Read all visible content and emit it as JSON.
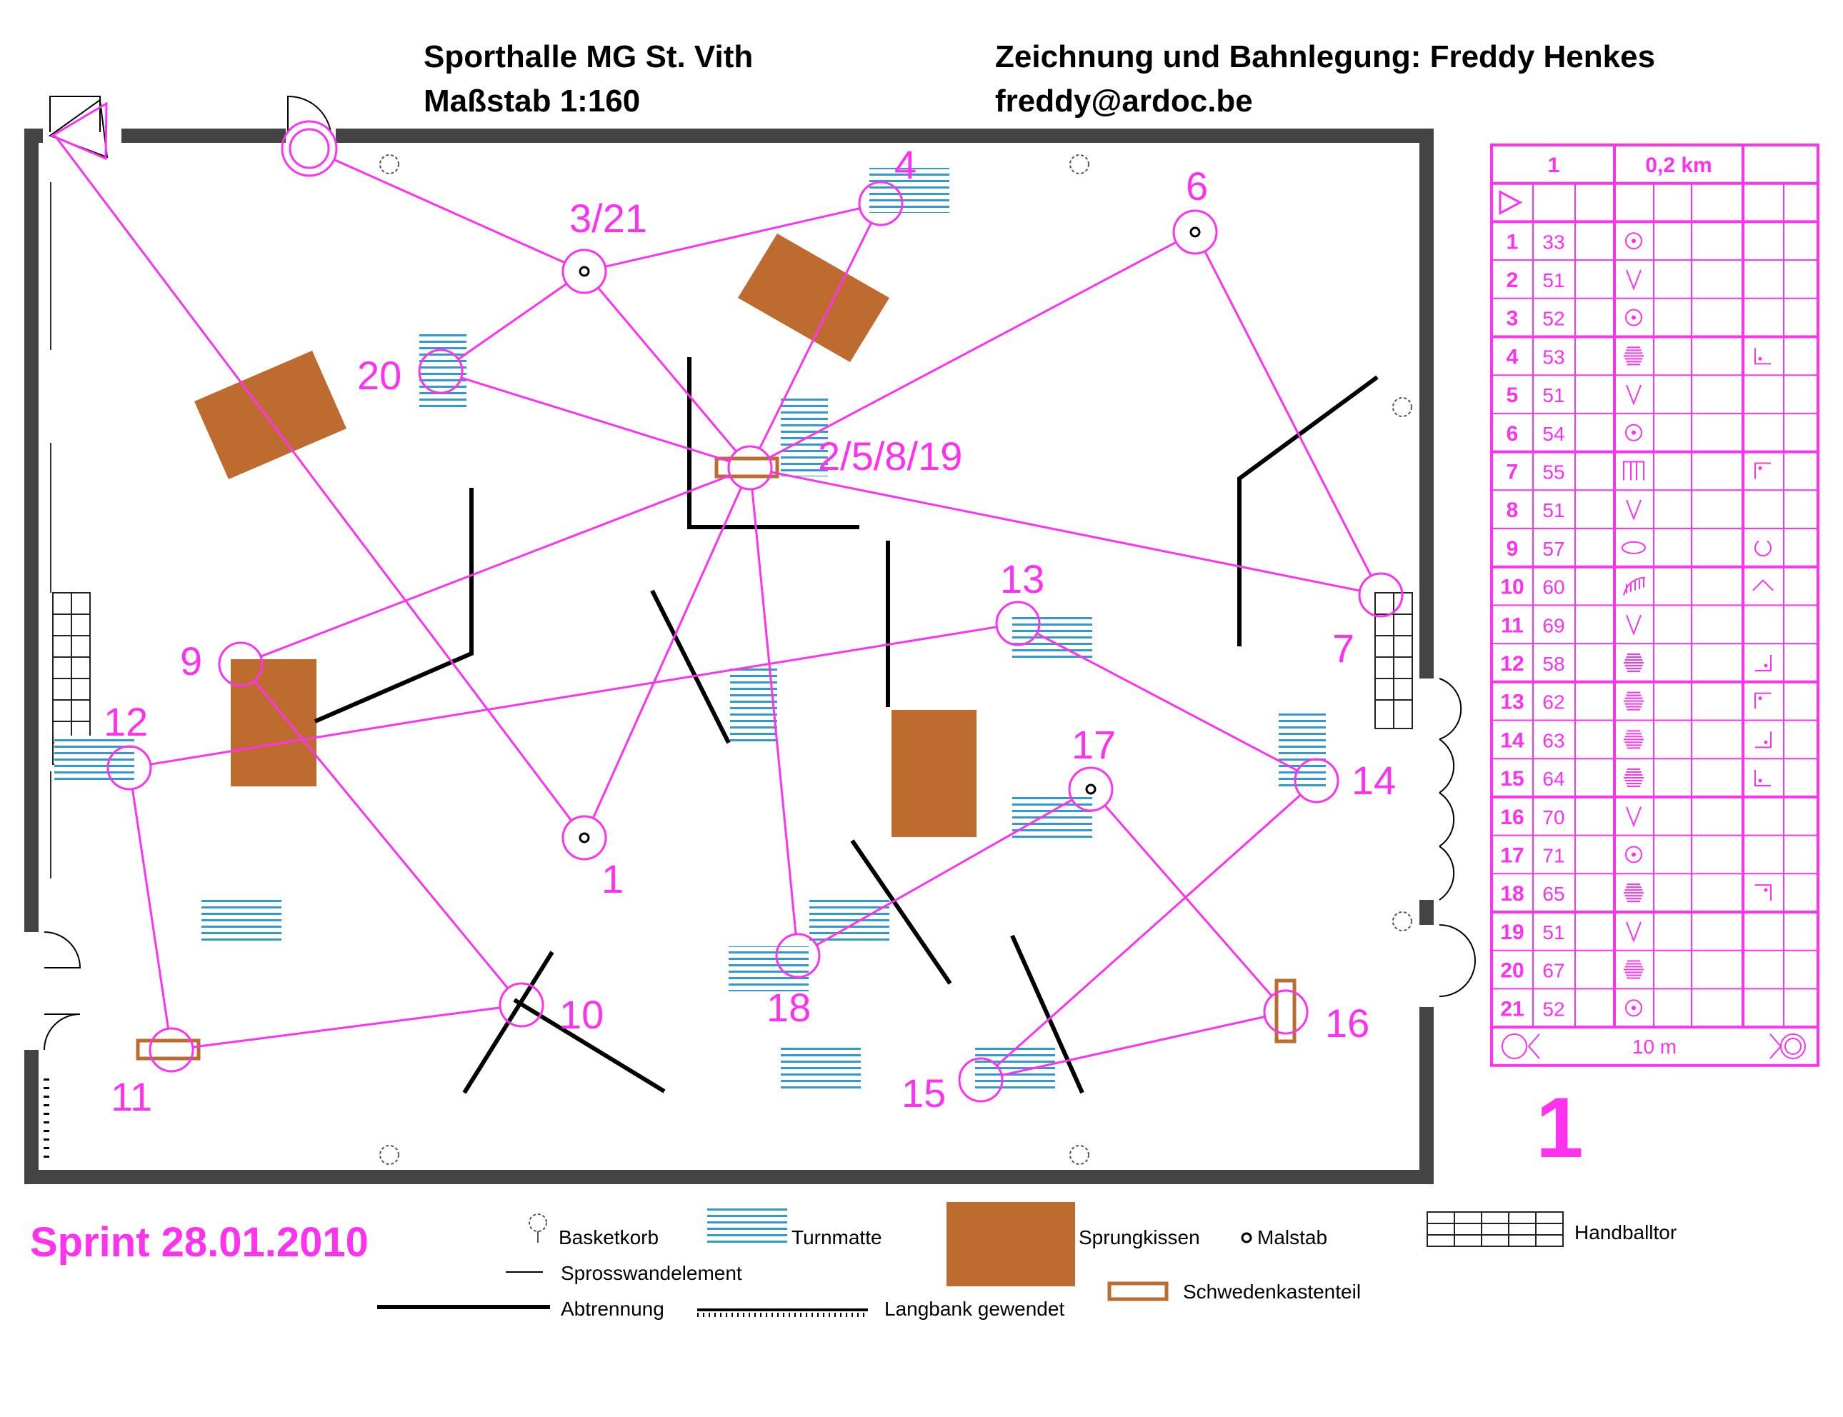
{
  "header": {
    "hall": "Sporthalle MG St. Vith",
    "scale": "Maßstab 1:160",
    "author": "Zeichnung und Bahnlegung: Freddy Henkes",
    "email": "freddy@ardoc.be"
  },
  "event_title": "Sprint 28.01.2010",
  "course_big_number": "1",
  "colors": {
    "course": "#ff33ee",
    "mat": "#3399cc",
    "jump_cushion": "#bd6b2e",
    "wall": "#444444"
  },
  "controls": [
    {
      "label": "1",
      "feature": "malstab"
    },
    {
      "label": "3/21",
      "feature": "malstab"
    },
    {
      "label": "4"
    },
    {
      "label": "6",
      "feature": "malstab"
    },
    {
      "label": "20"
    },
    {
      "label": "2/5/8/19"
    },
    {
      "label": "13"
    },
    {
      "label": "9"
    },
    {
      "label": "7"
    },
    {
      "label": "12"
    },
    {
      "label": "17",
      "feature": "malstab"
    },
    {
      "label": "14"
    },
    {
      "label": "10"
    },
    {
      "label": "18"
    },
    {
      "label": "11"
    },
    {
      "label": "16"
    },
    {
      "label": "15"
    }
  ],
  "description_sheet": {
    "course": "1",
    "length": "0,2 km",
    "rows": [
      {
        "n": "1",
        "code": "33",
        "sym": "circle-dot",
        "pos": ""
      },
      {
        "n": "2",
        "code": "51",
        "sym": "v",
        "pos": ""
      },
      {
        "n": "3",
        "code": "52",
        "sym": "circle-dot",
        "pos": ""
      },
      {
        "n": "4",
        "code": "53",
        "sym": "mat",
        "pos": "corner-bl"
      },
      {
        "n": "5",
        "code": "51",
        "sym": "v",
        "pos": ""
      },
      {
        "n": "6",
        "code": "54",
        "sym": "circle-dot",
        "pos": ""
      },
      {
        "n": "7",
        "code": "55",
        "sym": "goal",
        "pos": "corner-tl"
      },
      {
        "n": "8",
        "code": "51",
        "sym": "v",
        "pos": ""
      },
      {
        "n": "9",
        "code": "57",
        "sym": "oval",
        "pos": "round"
      },
      {
        "n": "10",
        "code": "60",
        "sym": "bench",
        "pos": "roof"
      },
      {
        "n": "11",
        "code": "69",
        "sym": "v",
        "pos": ""
      },
      {
        "n": "12",
        "code": "58",
        "sym": "mat",
        "pos": "corner-br"
      },
      {
        "n": "13",
        "code": "62",
        "sym": "mat",
        "pos": "corner-tl"
      },
      {
        "n": "14",
        "code": "63",
        "sym": "mat",
        "pos": "corner-br"
      },
      {
        "n": "15",
        "code": "64",
        "sym": "mat",
        "pos": "corner-bl"
      },
      {
        "n": "16",
        "code": "70",
        "sym": "v",
        "pos": ""
      },
      {
        "n": "17",
        "code": "71",
        "sym": "circle-dot",
        "pos": ""
      },
      {
        "n": "18",
        "code": "65",
        "sym": "mat",
        "pos": "corner-tr"
      },
      {
        "n": "19",
        "code": "51",
        "sym": "v",
        "pos": ""
      },
      {
        "n": "20",
        "code": "67",
        "sym": "mat",
        "pos": ""
      },
      {
        "n": "21",
        "code": "52",
        "sym": "circle-dot",
        "pos": ""
      }
    ],
    "finish_distance": "10 m"
  },
  "legend": {
    "basketkorb": "Basketkorb",
    "turnmatte": "Turnmatte",
    "sprungkissen": "Sprungkissen",
    "malstab": "Malstab",
    "handballtor": "Handballtor",
    "sprosswandelement": "Sprosswandelement",
    "schwedenkastenteil": "Schwedenkastenteil",
    "abtrennung": "Abtrennung",
    "langbank": "Langbank gewendet"
  }
}
